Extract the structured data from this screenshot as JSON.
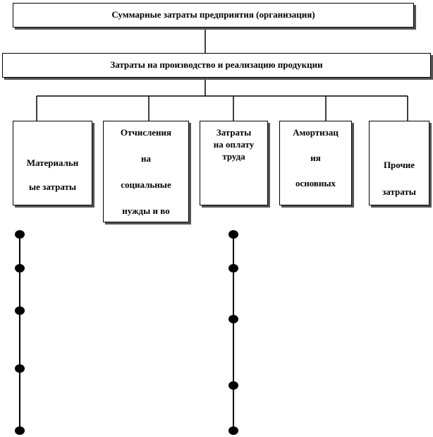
{
  "diagram": {
    "root": {
      "label": "Суммарные  затраты  предприятия  (организация)"
    },
    "level2": {
      "label": "Затраты  на производство  и реализацию  продукции"
    },
    "categories": [
      {
        "lines": [
          "Материальн",
          "ые затраты"
        ]
      },
      {
        "lines": [
          "Отчисления",
          "на",
          "социальные",
          "нужды и во"
        ]
      },
      {
        "lines": [
          "Затраты",
          "на оплату",
          "труда"
        ]
      },
      {
        "lines": [
          "Амортизац",
          "ия",
          "основных"
        ]
      },
      {
        "lines": [
          "Прочие",
          "затраты"
        ]
      }
    ]
  },
  "colors": {
    "line": "#000000",
    "box_fill": "#ffffff",
    "box_shadow": "#555555"
  }
}
